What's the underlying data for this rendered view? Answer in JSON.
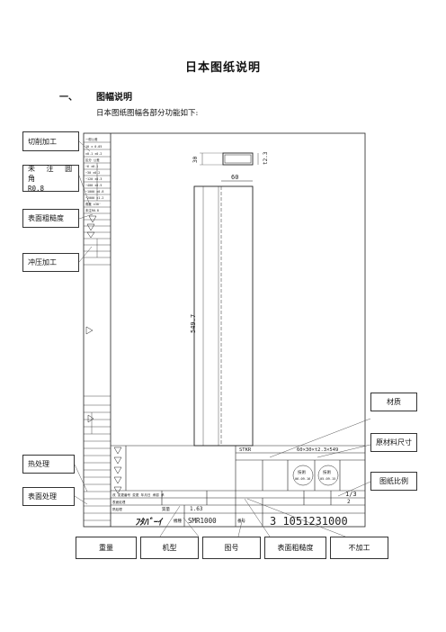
{
  "page": {
    "title": "日本图纸说明",
    "section_number": "一、",
    "section_title": "图幅说明",
    "intro": "日本图纸图幅各部分功能如下:"
  },
  "callouts": {
    "cutting": "切削加工",
    "fillet_line1": "未 注 圆 角",
    "fillet_line2": "R0.8",
    "roughness_left": "表面粗糙度",
    "stamping": "冲压加工",
    "heat": "热处理",
    "surface": "表面处理",
    "material": "材质",
    "raw_size": "原材料尺寸",
    "scale": "图纸比例",
    "weight": "重量",
    "model": "机型",
    "drawing_no": "图号",
    "roughness_bottom": "表面粗糙度",
    "no_machining": "不加工"
  },
  "drawing": {
    "dim_height": "30",
    "dim_width": "60",
    "dim_thickness": "t2.3",
    "dim_length": "549.7",
    "material": "STKR",
    "raw_size": "60×30×t2.3×549",
    "weight_label": "質量",
    "weight_value": "1.63",
    "model_label": "機種",
    "model_value": "SMR1000",
    "drawing_no_label": "番号",
    "drawing_no_value": "3 1051231000",
    "scale_value": "1/3",
    "sheet_value": "2",
    "finish_label": "表面処理",
    "heat_label": "熱処理",
    "company": "ﾌﾀﾊﾞｰｲ",
    "left_table": [
      "一般公差",
      "10 ± 0.05",
      "±0.1 ±0.2",
      "区分 公差",
      "~6 ±0.1",
      "~30 ±0.2",
      "~120 ±0.3",
      "~400 ±0.5",
      "~1000 ±0.8",
      "~2000 ±1.2",
      "角度 ±30'",
      "未注R0.8"
    ],
    "stamp_left": "技術",
    "stamp_left_date": "06.09.16",
    "stamp_right": "技術",
    "stamp_right_date": "05.09.15",
    "revision_note": "改 変更番号 変更 年月日 承認 承"
  }
}
